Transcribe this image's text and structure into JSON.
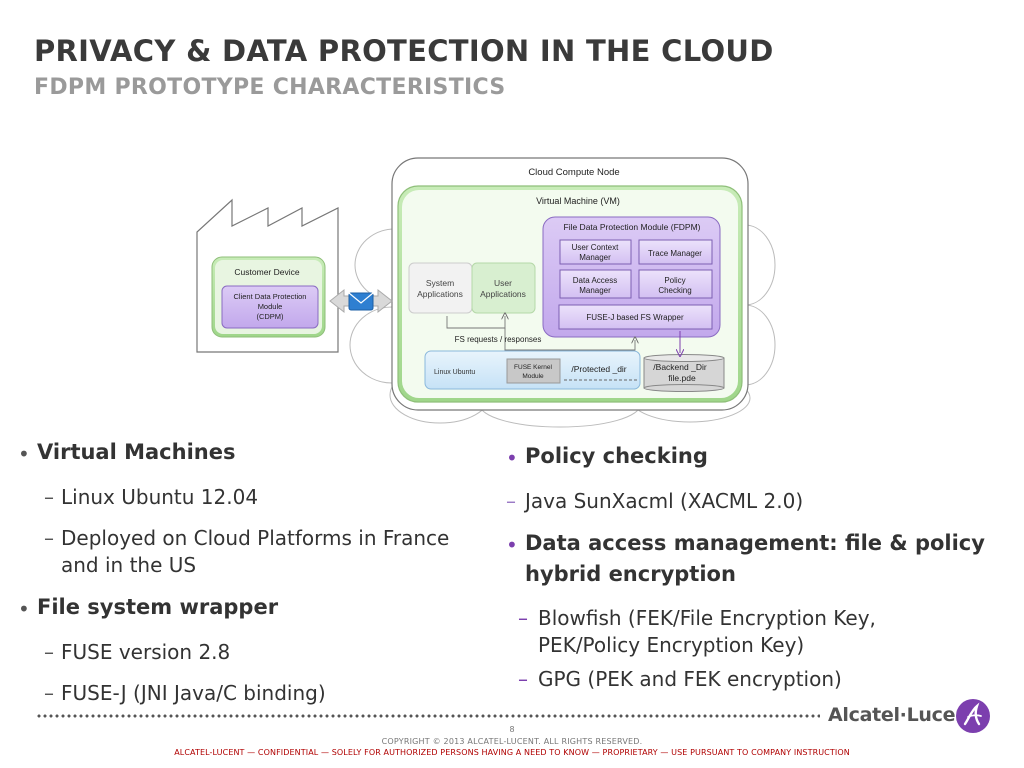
{
  "header": {
    "title": "PRIVACY & DATA PROTECTION IN THE CLOUD",
    "subtitle": "FDPM PROTOTYPE CHARACTERISTICS"
  },
  "diagram": {
    "cloud_node": "Cloud Compute Node",
    "vm": "Virtual Machine (VM)",
    "fdpm": "File Data Protection Module (FDPM)",
    "user_context_1": "User Context",
    "user_context_2": "Manager",
    "trace_manager": "Trace Manager",
    "data_access_1": "Data Access",
    "data_access_2": "Manager",
    "policy_check_1": "Policy",
    "policy_check_2": "Checking",
    "fuse_wrapper": "FUSE-J based FS Wrapper",
    "system_apps_1": "System",
    "system_apps_2": "Applications",
    "user_apps_1": "User",
    "user_apps_2": "Applications",
    "fs_requests": "FS requests / responses",
    "linux_ubuntu": "Linux Ubuntu",
    "fuse_kernel_1": "FUSE Kernel",
    "fuse_kernel_2": "Module",
    "protected_dir": "/Protected _dir",
    "backend_dir": "/Backend _Dir",
    "backend_file": "file.pde",
    "customer_device": "Customer Device",
    "cdpm_1": "Client Data Protection",
    "cdpm_2": "Module",
    "cdpm_3": "(CDPM)"
  },
  "left_list": {
    "vm_title": "Virtual Machines",
    "vm_item1": "Linux Ubuntu 12.04",
    "vm_item2_line1": "Deployed on Cloud Platforms in France",
    "vm_item2_line2": "and in the US",
    "fs_title": "File system wrapper",
    "fs_item1": "FUSE version 2.8",
    "fs_item2": "FUSE-J (JNI Java/C binding)"
  },
  "right_list": {
    "policy_title": "Policy checking",
    "policy_item1": "Java SunXacml (XACML  2.0)",
    "dam_title_line1": "Data access management: file & policy",
    "dam_title_line2": "hybrid encryption",
    "dam_item1_line1": "Blowfish (FEK/File Encryption Key,",
    "dam_item1_line2": "PEK/Policy Encryption Key)",
    "dam_item2": "GPG (PEK and FEK encryption)"
  },
  "footer": {
    "brand": "Alcatel·Lucent",
    "page": "8",
    "copyright": "COPYRIGHT © 2013 ALCATEL-LUCENT. ALL RIGHTS RESERVED.",
    "confidential": "ALCATEL-LUCENT — CONFIDENTIAL — SOLELY FOR AUTHORIZED PERSONS HAVING A NEED TO KNOW — PROPRIETARY — USE PURSUANT TO COMPANY INSTRUCTION"
  },
  "colors": {
    "accent_purple": "#7c3fae",
    "fdpm_fill": "#cdb8ee",
    "vm_green": "#b6e2a6",
    "confidential_red": "#b00000"
  }
}
